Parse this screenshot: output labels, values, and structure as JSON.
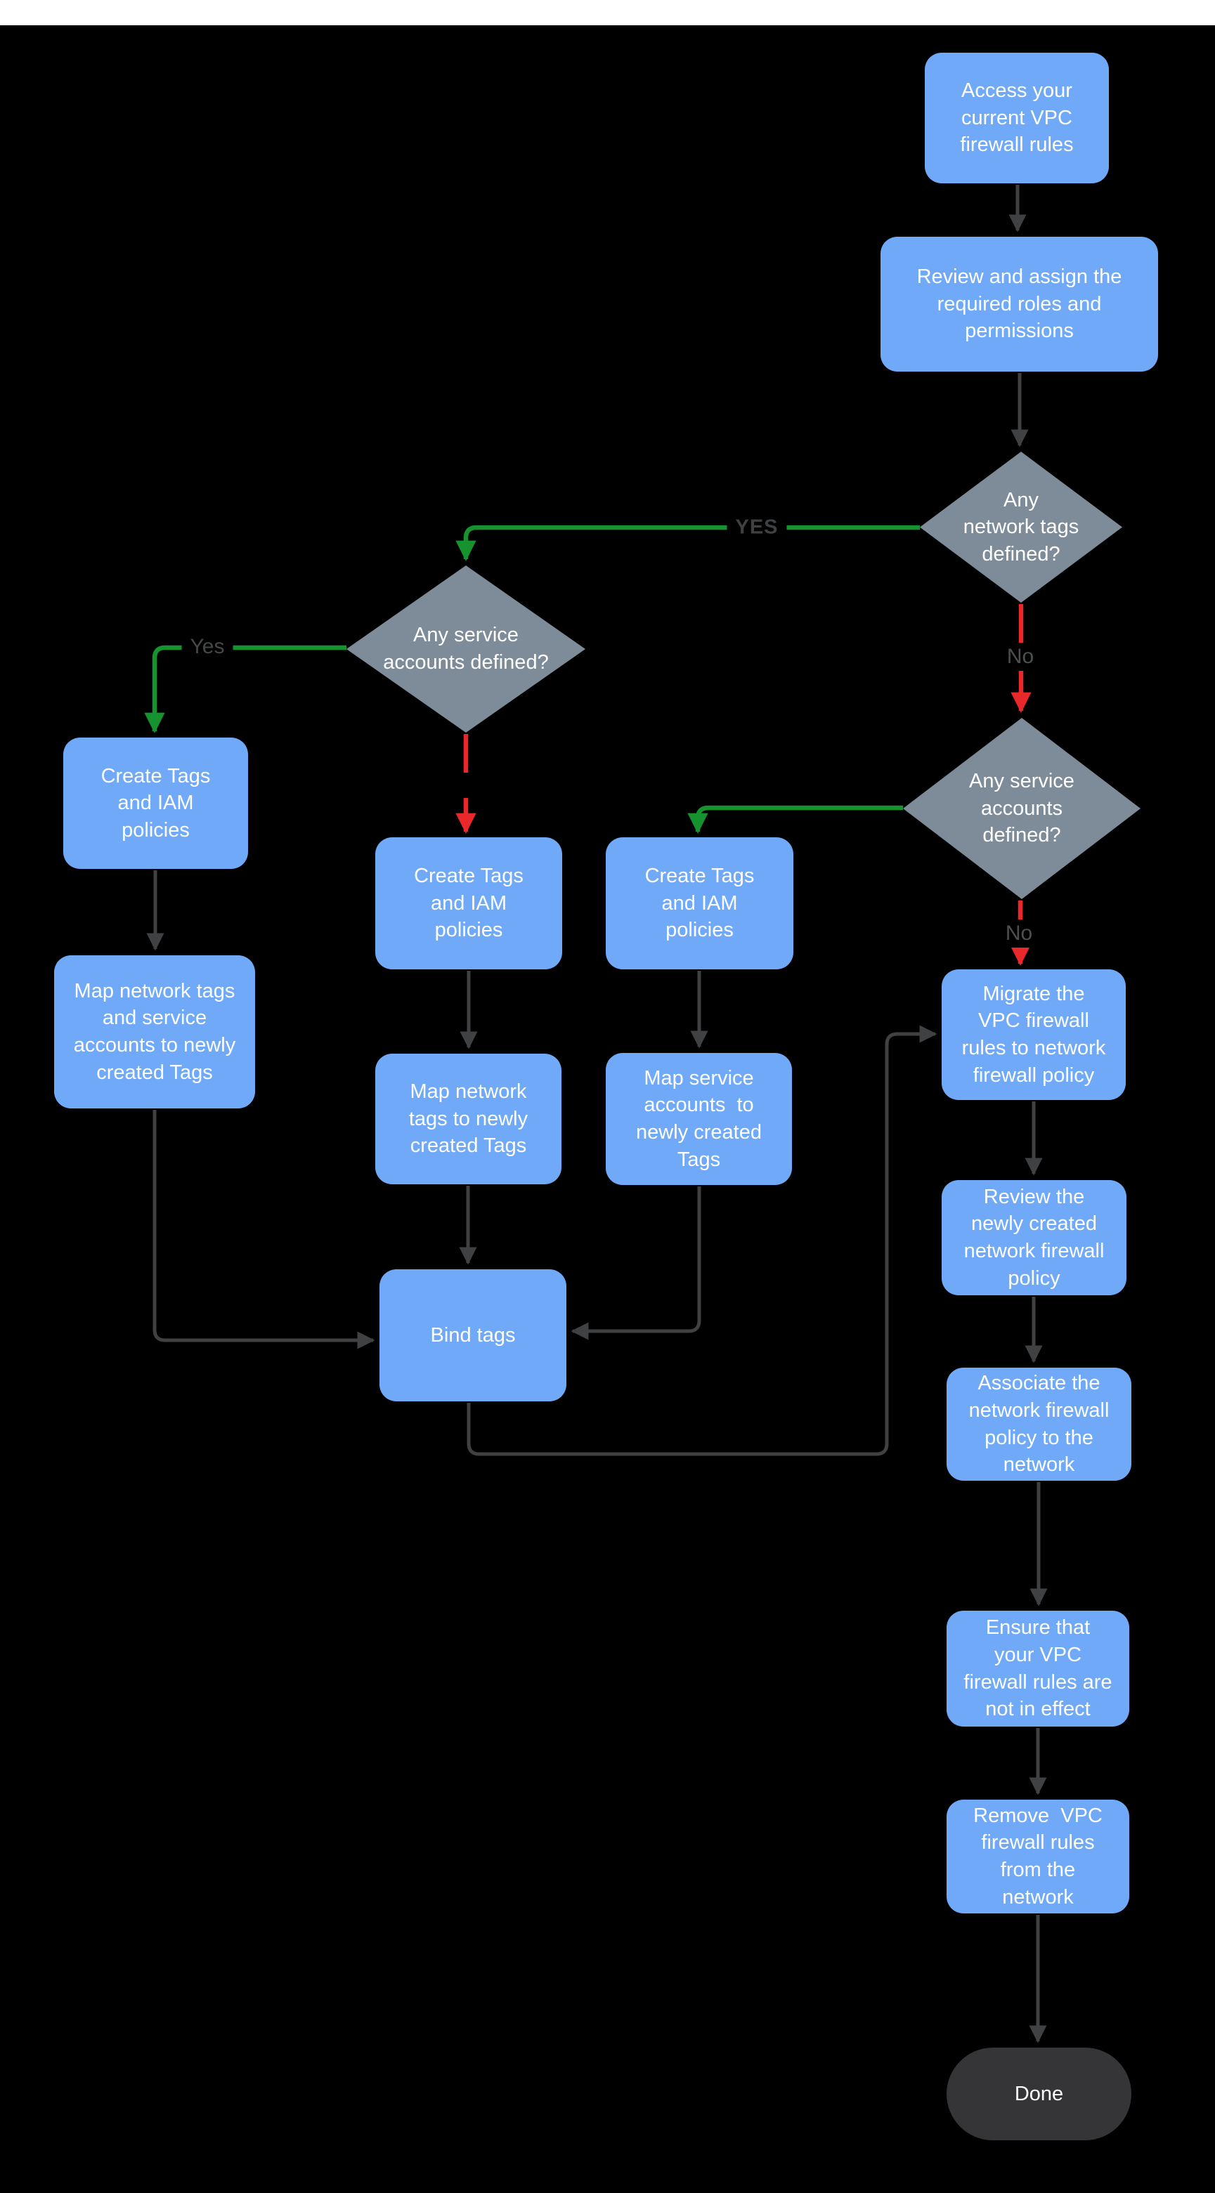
{
  "diagram": {
    "title_implicit": "VPC firewall rules migration flowchart",
    "nodes": {
      "start": {
        "type": "process",
        "label": "Access your\ncurrent VPC\nfirewall rules"
      },
      "review_roles": {
        "type": "process",
        "label": "Review and assign the\nrequired roles and\npermissions"
      },
      "network_tags_decision": {
        "type": "decision",
        "label": "Any\nnetwork tags\ndefined?"
      },
      "service_accounts_decision_left": {
        "type": "decision",
        "label": "Any service\naccounts defined?"
      },
      "service_accounts_decision_right": {
        "type": "decision",
        "label": "Any service\naccounts\ndefined?"
      },
      "create_tags_left": {
        "type": "process",
        "label": "Create Tags\nand IAM\npolicies"
      },
      "map_left": {
        "type": "process",
        "label": "Map network tags\nand service\naccounts to newly\ncreated Tags"
      },
      "create_tags_mid": {
        "type": "process",
        "label": "Create Tags\nand IAM\npolicies"
      },
      "create_tags_right": {
        "type": "process",
        "label": "Create Tags\nand IAM\npolicies"
      },
      "map_network_tags": {
        "type": "process",
        "label": "Map network\ntags to newly\ncreated Tags"
      },
      "map_service_accounts": {
        "type": "process",
        "label": "Map service\naccounts  to\nnewly created\nTags"
      },
      "bind_tags": {
        "type": "process",
        "label": "Bind tags"
      },
      "migrate": {
        "type": "process",
        "label": "Migrate the\nVPC firewall\nrules to network\nfirewall policy"
      },
      "review_policy": {
        "type": "process",
        "label": "Review the\nnewly created\nnetwork firewall\npolicy"
      },
      "associate": {
        "type": "process",
        "label": "Associate the\nnetwork firewall\npolicy to the\nnetwork"
      },
      "ensure": {
        "type": "process",
        "label": "Ensure that\nyour VPC\nfirewall rules are\nnot in effect"
      },
      "remove": {
        "type": "process",
        "label": "Remove  VPC\nfirewall rules\nfrom the\nnetwork"
      },
      "done": {
        "type": "terminator",
        "label": "Done"
      }
    },
    "edge_labels": {
      "yes_upper": "YES",
      "yes_left": "Yes",
      "no_network_tags": "No",
      "no_service_accounts": "No"
    },
    "colors": {
      "background": "#000000",
      "top_strip": "#FFFFFF",
      "process_fill": "#6FA9F7",
      "decision_fill": "#7E8C99",
      "terminator_fill": "#353537",
      "node_text": "#FFFFFF",
      "edge_default": "#3F4143",
      "edge_yes_green": "#16922F",
      "edge_no_red": "#E9282B",
      "edge_label_text": "#454749"
    }
  }
}
